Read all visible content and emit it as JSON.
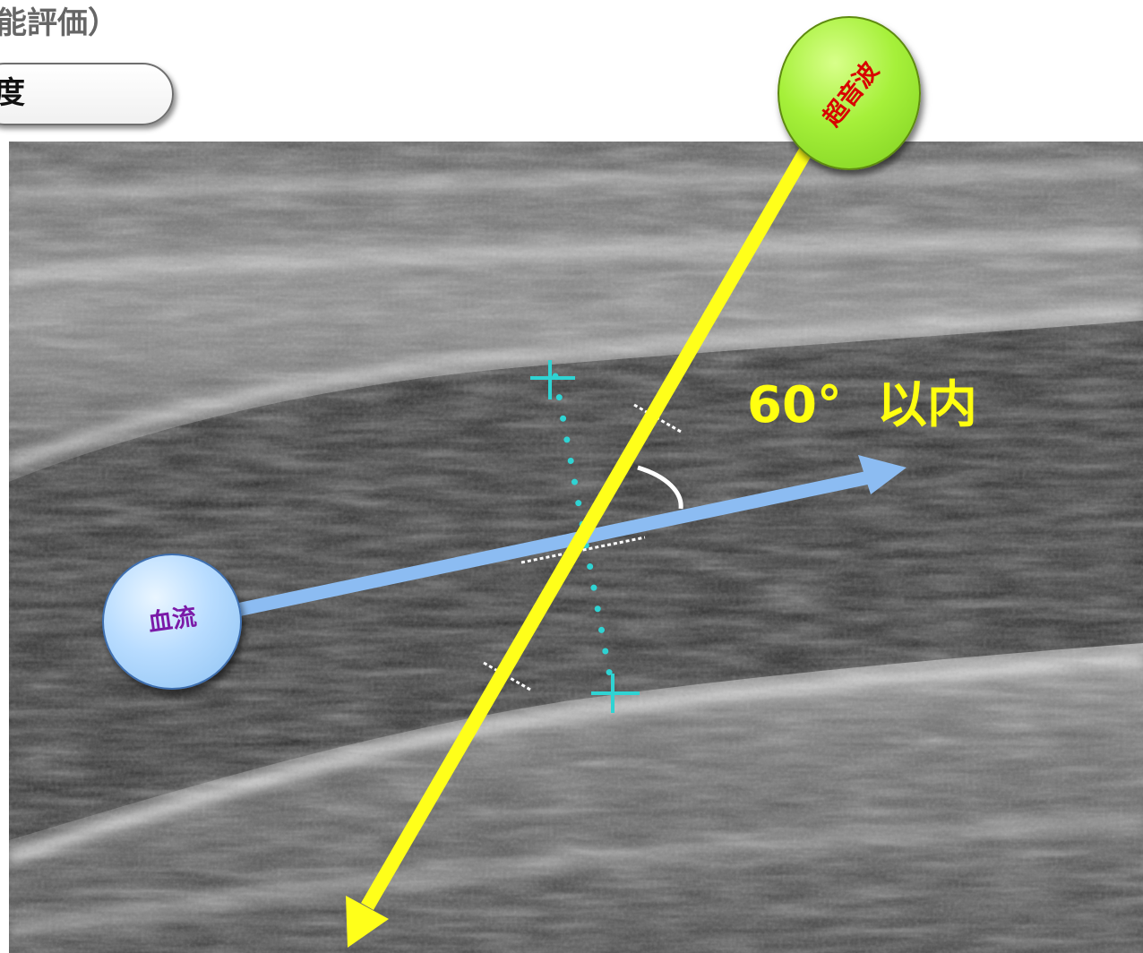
{
  "header": {
    "title_fragment": "能評価）",
    "pill_label_fragment": "度"
  },
  "annotations": {
    "angle_label": "60°  以内",
    "flow_label": "血流",
    "ultrasound_label": "超音波"
  },
  "colors": {
    "ultrasound_beam": "#ffff1a",
    "flow_arrow": "#8cbcf2",
    "caliper": "#2fd3d3",
    "angle_label": "#ffff10",
    "flow_text": "#7a1aa8",
    "ultrasound_text": "#d80000",
    "heading_text": "#666666"
  },
  "icons": {
    "flow_badge": "blue-circle",
    "ultrasound_badge": "green-circle",
    "angle_arc": "angle-arc-icon",
    "caliper_marker": "crosshair-plus-icon"
  }
}
